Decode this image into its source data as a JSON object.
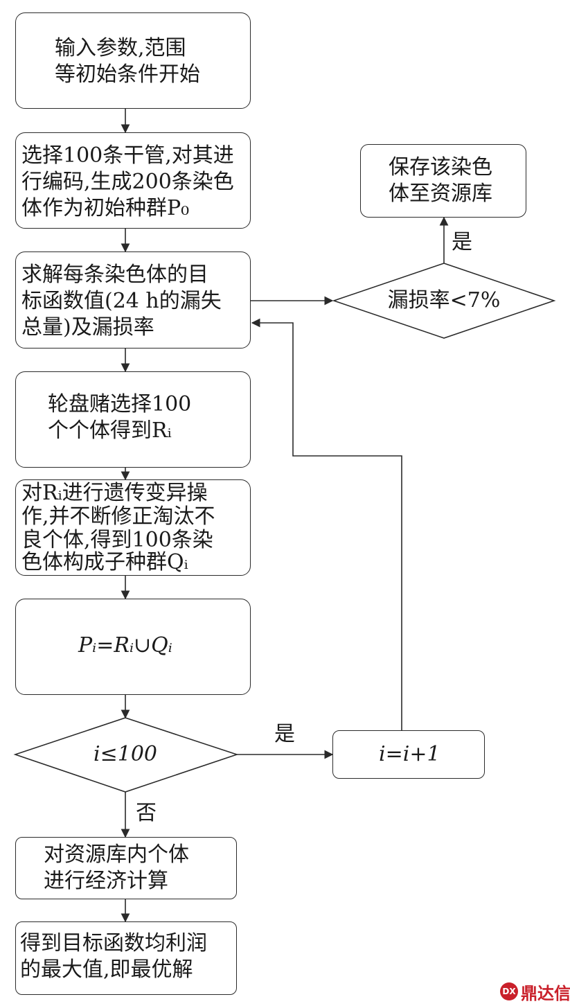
{
  "flowchart": {
    "start_box": [
      "输入参数,范围",
      "等初始条件开始"
    ],
    "encode_box": [
      "选择100条干管,对其进",
      "行编码,生成200条染色",
      "体作为初始种群P₀"
    ],
    "evaluate_box": [
      "求解每条染色体的目",
      "标函数值(24 h的漏失",
      "总量)及漏损率"
    ],
    "select_box": [
      "轮盘赌选择100",
      "个个体得到Rᵢ"
    ],
    "mutate_box": [
      "对Rᵢ进行遗传变异操",
      "作,并不断修正淘汰不",
      "良个体,得到100条染",
      "色体构成子种群Qᵢ"
    ],
    "merge_box": [
      "Pᵢ=Rᵢ∪Qᵢ"
    ],
    "loop_decision": "i≤100",
    "increment_box": [
      "i=i+1"
    ],
    "economic_box": [
      "对资源库内个体",
      "进行经济计算"
    ],
    "result_box": [
      "得到目标函数均利润",
      "的最大值,即最优解"
    ],
    "leak_decision": "漏损率<7%",
    "save_box": [
      "保存该染色",
      "体至资源库"
    ],
    "yes_label_save": "是",
    "yes_label_loop": "是",
    "no_label_loop": "否"
  },
  "watermark": {
    "symbol": "DX",
    "text": "鼎达信"
  },
  "colors": {
    "stroke": "#2a2a2a",
    "text": "#1a1a1a",
    "watermark": "#c9202a"
  }
}
